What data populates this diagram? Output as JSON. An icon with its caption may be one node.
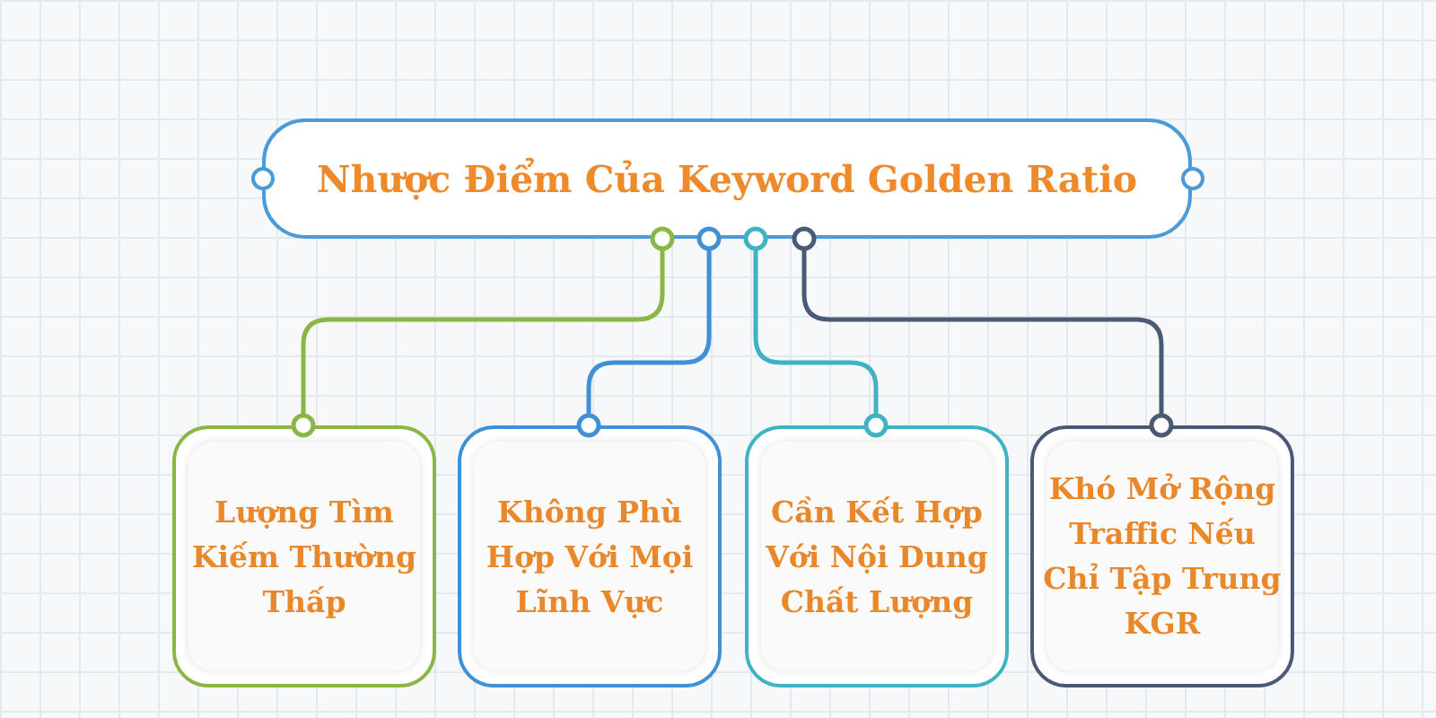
{
  "diagram": {
    "nodes": [
      {
        "text": [
          "Nhược Điểm Của Keyword Golden Ratio"
        ]
      },
      {
        "text": [
          "Lượng Tìm Kiếm Thường Thấp"
        ]
      },
      {
        "text": [
          "Không Phù Hợp Với Mọi Lĩnh Vực"
        ]
      },
      {
        "text": [
          "Cần Kết Hợp Với Nội Dung Chất Lượng"
        ]
      },
      {
        "text": [
          "Khó Mở Rộng Traffic Nếu Chỉ Tập Trung KGR"
        ]
      }
    ],
    "edges": [
      {
        "from": 0,
        "to": 1,
        "arrow": "other",
        "color": "#8ab646"
      },
      {
        "from": 0,
        "to": 2,
        "arrow": "other",
        "color": "#3f90d4"
      },
      {
        "from": 0,
        "to": 3,
        "arrow": "other",
        "color": "#3fb2c4"
      },
      {
        "from": 0,
        "to": 4,
        "arrow": "other",
        "color": "#4a5a74"
      }
    ]
  }
}
